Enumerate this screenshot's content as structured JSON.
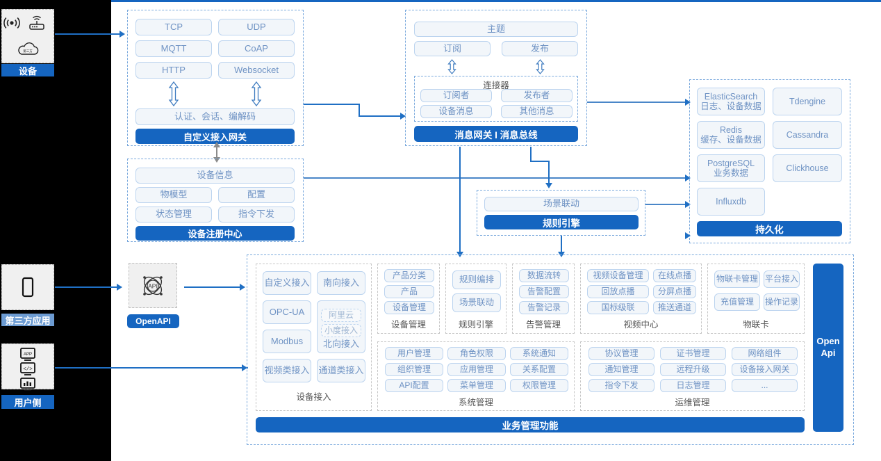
{
  "theme": {
    "accent": "#1565c0",
    "accent_light": "#6c9bd2",
    "pill_text": "#6f93c4",
    "pill_bg": "#f2f6fa",
    "pill_border": "#bcd4ef",
    "group_border": "#7aa9dd",
    "canvas_bg": "#ffffff",
    "rail_bg": "#000000"
  },
  "rail": {
    "blocks": [
      {
        "id": "device",
        "label": "设备",
        "label_style": "dark",
        "icons": [
          "wifi-signal-icon",
          "router-icon",
          "cloud-icon"
        ]
      },
      {
        "id": "third-party-app",
        "label": "第三方应用",
        "label_style": "light",
        "icons": [
          "mobile-phone-icon"
        ]
      },
      {
        "id": "user-side",
        "label": "用户侧",
        "label_style": "dark",
        "icons": [
          "app-window-icon",
          "code-window-icon",
          "chart-window-icon"
        ]
      }
    ]
  },
  "openapi_entry": {
    "icon": "api-atom-icon",
    "label": "OpenAPI"
  },
  "gateway": {
    "protocols": [
      "TCP",
      "UDP",
      "MQTT",
      "CoAP",
      "HTTP",
      "Websocket"
    ],
    "middle": "认证、会话、编解码",
    "bar": "自定义接入网关"
  },
  "message_bus": {
    "topic": "主题",
    "subscribe": "订阅",
    "publish": "发布",
    "connector_title": "连接器",
    "connector_items": [
      "订阅者",
      "发布者",
      "设备消息",
      "其他消息"
    ],
    "bar": "消息网关 I 消息总线"
  },
  "device_registry": {
    "info": "设备信息",
    "items": [
      "物模型",
      "配置",
      "状态管理",
      "指令下发"
    ],
    "bar": "设备注册中心"
  },
  "rules_engine_block": {
    "item": "场景联动",
    "bar": "规则引擎"
  },
  "persistence": {
    "stores": [
      {
        "name": "ElasticSearch",
        "desc": "日志、设备数据"
      },
      {
        "name": "Tdengine",
        "desc": ""
      },
      {
        "name": "Redis",
        "desc": "缓存、设备数据"
      },
      {
        "name": "Cassandra",
        "desc": ""
      },
      {
        "name": "PostgreSQL",
        "desc": "业务数据"
      },
      {
        "name": "Clickhouse",
        "desc": ""
      },
      {
        "name": "Influxdb",
        "desc": ""
      }
    ],
    "bar": "持久化"
  },
  "business": {
    "open_api_vertical": "Open Api",
    "bottom_bar": "业务管理功能",
    "device_access": {
      "caption": "设备接入",
      "left_items": [
        "自定义接入",
        "OPC-UA",
        "Modbus",
        "视频类接入"
      ],
      "right_items": [
        "南向接入",
        "北向接入",
        "通道类接入"
      ],
      "nested_items": [
        "阿里云",
        "小度接入"
      ]
    },
    "groups": [
      {
        "id": "device-management",
        "caption": "设备管理",
        "items": [
          "产品分类",
          "产品",
          "设备管理"
        ],
        "columns": 1
      },
      {
        "id": "rules-engine",
        "caption": "规则引擎",
        "items": [
          "规则编排",
          "场景联动"
        ],
        "columns": 1
      },
      {
        "id": "alarm-management",
        "caption": "告警管理",
        "items": [
          "数据流转",
          "告警配置",
          "告警记录"
        ],
        "columns": 1
      },
      {
        "id": "video-center",
        "caption": "视频中心",
        "items": [
          "视频设备管理",
          "在线点播",
          "回放点播",
          "分屏点播",
          "国标级联",
          "推送通道"
        ],
        "columns": 2
      },
      {
        "id": "iot-card",
        "caption": "物联卡",
        "items": [
          "物联卡管理",
          "平台接入",
          "充值管理",
          "操作记录"
        ],
        "columns": 2
      },
      {
        "id": "system-management",
        "caption": "系统管理",
        "items": [
          "用户管理",
          "角色权限",
          "系统通知",
          "组织管理",
          "应用管理",
          "关系配置",
          "API配置",
          "菜单管理",
          "权限管理"
        ],
        "columns": 3
      },
      {
        "id": "ops-management",
        "caption": "运维管理",
        "items": [
          "协议管理",
          "证书管理",
          "网络组件",
          "通知管理",
          "远程升级",
          "设备接入网关",
          "指令下发",
          "日志管理",
          "..."
        ],
        "columns": 3
      }
    ]
  }
}
